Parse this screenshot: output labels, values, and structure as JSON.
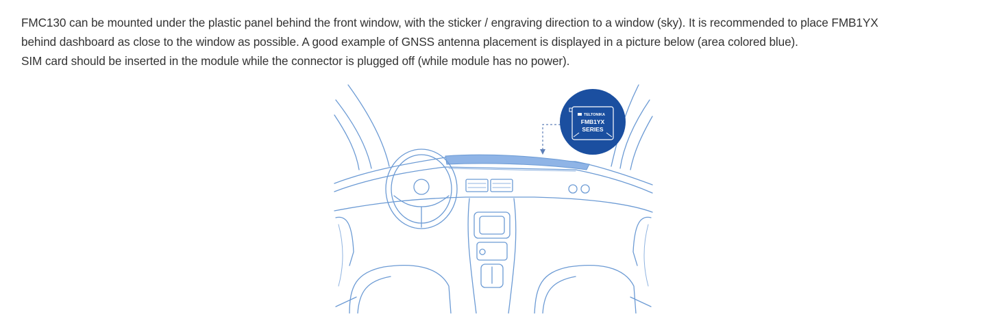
{
  "paragraph": {
    "line1": "FMC130 can be mounted under the plastic panel behind the front window, with the sticker / engraving direction to a window (sky). It is recommended to place FMB1YX",
    "line2": "behind dashboard as close to the window as possible. A good example of GNSS antenna placement is displayed in a picture below (area colored blue).",
    "line3": "SIM card should be inserted in the module while the connector is plugged off (while module has no power)."
  },
  "device_badge": {
    "brand": "TELTONIKA",
    "model": "FMB1YX",
    "series": "SERIES"
  },
  "colors": {
    "text": "#333333",
    "line_art": "#6b9ad4",
    "highlight_area": "#8fb4e6",
    "badge_fill": "#1b4fa0"
  },
  "icons": {
    "badge_logo": "teltonika-logo-icon",
    "arrow": "dashed-arrow-icon"
  }
}
